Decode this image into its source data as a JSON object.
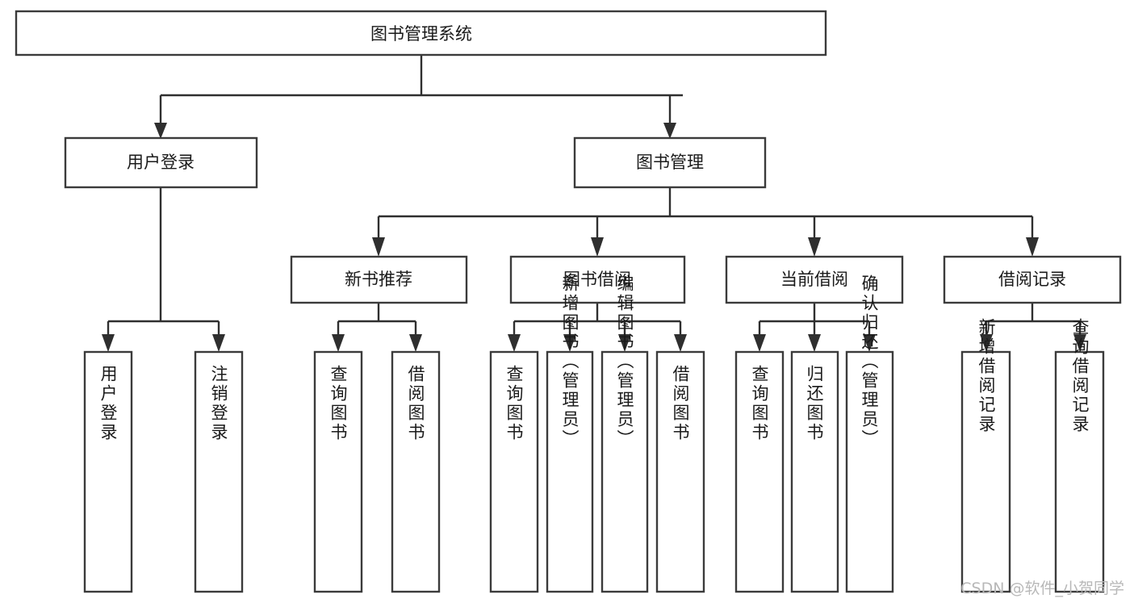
{
  "diagram": {
    "type": "tree-hierarchy",
    "title": "图书管理系统",
    "orientation": "top-down",
    "colors": {
      "box_border": "#3b3b3b",
      "box_fill": "#ffffff",
      "connector": "#2f2f2f",
      "text": "#1a1a1a",
      "watermark": "#b8b8b8",
      "background": "#ffffff"
    }
  },
  "watermark": {
    "text": "CSDN @软件_小贺同学"
  },
  "nodes": {
    "root": {
      "label": "图书管理系统"
    },
    "level2": [
      {
        "id": "user-login",
        "label": "用户登录"
      },
      {
        "id": "book-manage",
        "label": "图书管理"
      }
    ],
    "level3": [
      {
        "id": "new-book-recommend",
        "label": "新书推荐"
      },
      {
        "id": "book-borrow",
        "label": "图书借阅"
      },
      {
        "id": "current-borrow",
        "label": "当前借阅"
      },
      {
        "id": "borrow-record",
        "label": "借阅记录"
      }
    ],
    "leaves": {
      "user_login": [
        {
          "id": "leaf-user-login",
          "label": "用户登录"
        },
        {
          "id": "leaf-logout",
          "label": "注销登录"
        }
      ],
      "new_book_recommend": [
        {
          "id": "leaf-query-book-1",
          "label": "查询图书"
        },
        {
          "id": "leaf-borrow-book-1",
          "label": "借阅图书"
        }
      ],
      "book_borrow": [
        {
          "id": "leaf-query-book-2",
          "label": "查询图书"
        },
        {
          "id": "leaf-add-book",
          "label": "新增图书（管理员）"
        },
        {
          "id": "leaf-edit-book",
          "label": "编辑图书（管理员）"
        },
        {
          "id": "leaf-borrow-book-2",
          "label": "借阅图书"
        }
      ],
      "current_borrow": [
        {
          "id": "leaf-query-book-3",
          "label": "查询图书"
        },
        {
          "id": "leaf-return-book",
          "label": "归还图书"
        },
        {
          "id": "leaf-confirm-return",
          "label": "确认归还（管理员）"
        }
      ],
      "borrow_record": [
        {
          "id": "leaf-add-record",
          "label": "新增借阅记录"
        },
        {
          "id": "leaf-query-record",
          "label": "查询借阅记录"
        }
      ]
    }
  },
  "edges": [
    {
      "from": "图书管理系统",
      "to": "用户登录"
    },
    {
      "from": "图书管理系统",
      "to": "图书管理"
    },
    {
      "from": "用户登录",
      "to": "用户登录"
    },
    {
      "from": "用户登录",
      "to": "注销登录"
    },
    {
      "from": "图书管理",
      "to": "新书推荐"
    },
    {
      "from": "图书管理",
      "to": "图书借阅"
    },
    {
      "from": "图书管理",
      "to": "当前借阅"
    },
    {
      "from": "图书管理",
      "to": "借阅记录"
    },
    {
      "from": "新书推荐",
      "to": "查询图书"
    },
    {
      "from": "新书推荐",
      "to": "借阅图书"
    },
    {
      "from": "图书借阅",
      "to": "查询图书"
    },
    {
      "from": "图书借阅",
      "to": "新增图书（管理员）"
    },
    {
      "from": "图书借阅",
      "to": "编辑图书（管理员）"
    },
    {
      "from": "图书借阅",
      "to": "借阅图书"
    },
    {
      "from": "当前借阅",
      "to": "查询图书"
    },
    {
      "from": "当前借阅",
      "to": "归还图书"
    },
    {
      "from": "当前借阅",
      "to": "确认归还（管理员）"
    },
    {
      "from": "借阅记录",
      "to": "新增借阅记录"
    },
    {
      "from": "借阅记录",
      "to": "查询借阅记录"
    }
  ]
}
